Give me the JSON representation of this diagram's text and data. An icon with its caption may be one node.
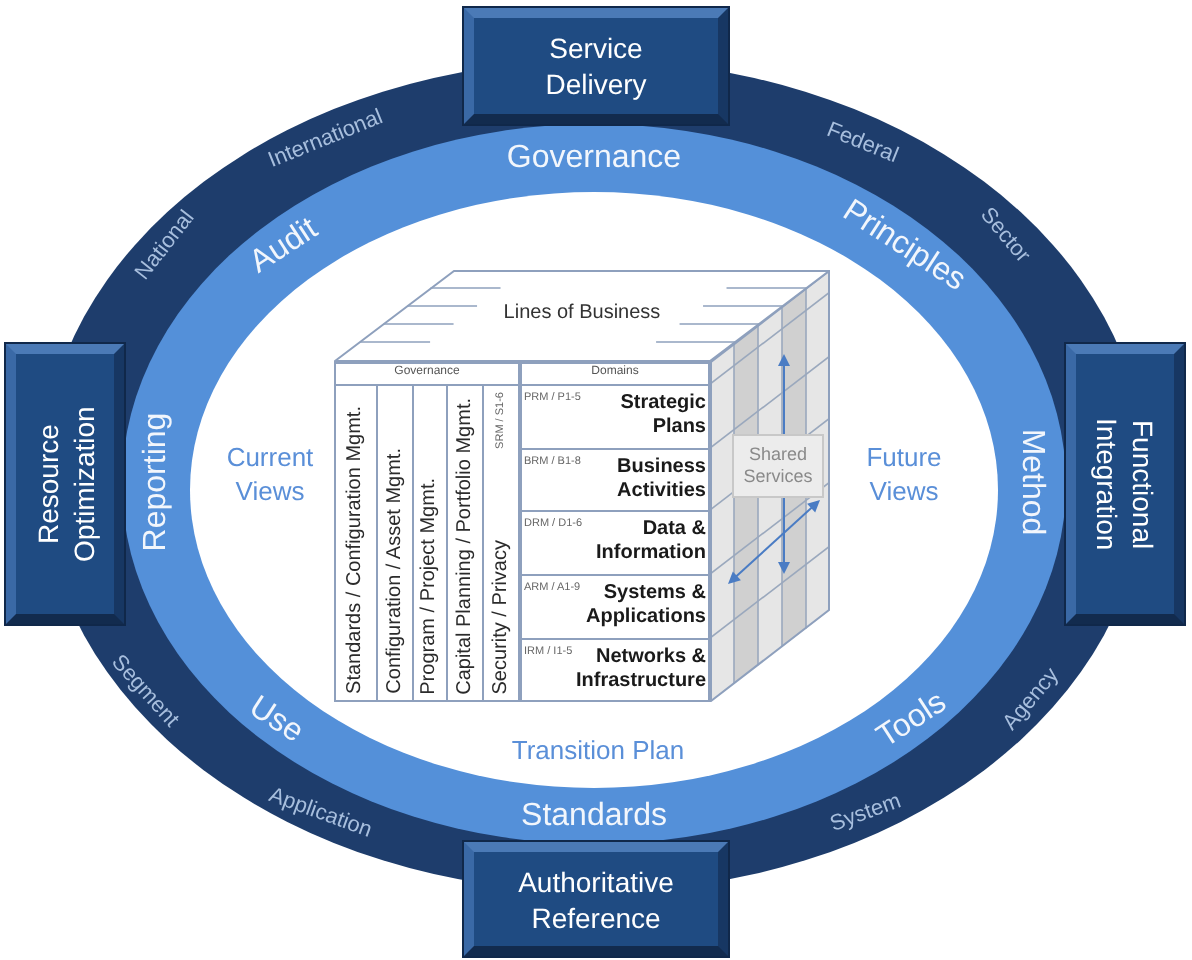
{
  "diagram": {
    "nodes": [
      {
        "text": [
          "Service Delivery"
        ]
      },
      {
        "text": [
          "National",
          "International",
          "Federal",
          "Sector",
          "Agency",
          "System",
          "Application",
          "Segment"
        ]
      },
      {
        "text": [
          "Governance",
          "Principles",
          "Method",
          "Tools",
          "Standards",
          "Use",
          "Reporting",
          "Audit"
        ],
        "in": 1
      },
      {
        "text": [
          "Current Views",
          "Future Views",
          "Transition Plan"
        ],
        "in": 2
      },
      {
        "text": [
          "Lines of Business"
        ],
        "in": 3
      },
      {
        "text": [
          "Governance"
        ],
        "in": 3
      },
      {
        "text": [
          "Standards / Configuration Mgmt."
        ],
        "in": 5
      },
      {
        "text": [
          "Configuration / Asset Mgmt."
        ],
        "in": 5
      },
      {
        "text": [
          "Program / Project Mgmt."
        ],
        "in": 5
      },
      {
        "text": [
          "Capital Planning / Portfolio Mgmt."
        ],
        "in": 5
      },
      {
        "text": [
          "Security / Privacy",
          "SRM / S1-6"
        ],
        "in": 5
      },
      {
        "text": [
          "Domains"
        ],
        "in": 3
      },
      {
        "text": [
          "PRM / P1-5",
          "Strategic Plans"
        ],
        "in": 11
      },
      {
        "text": [
          "BRM / B1-8",
          "Business Activities"
        ],
        "in": 11
      },
      {
        "text": [
          "DRM / D1-6",
          "Data & Information"
        ],
        "in": 11
      },
      {
        "text": [
          "ARM / A1-9",
          "Systems & Applications"
        ],
        "in": 11
      },
      {
        "text": [
          "IRM / I1-5",
          "Networks & Infrastructure"
        ],
        "in": 11
      },
      {
        "text": [
          "Shared Services"
        ],
        "in": 3
      },
      {
        "text": [
          "Resource Optimization"
        ]
      },
      {
        "text": [
          "Functional Integration"
        ]
      },
      {
        "text": [
          "Authoritative Reference"
        ]
      }
    ]
  }
}
